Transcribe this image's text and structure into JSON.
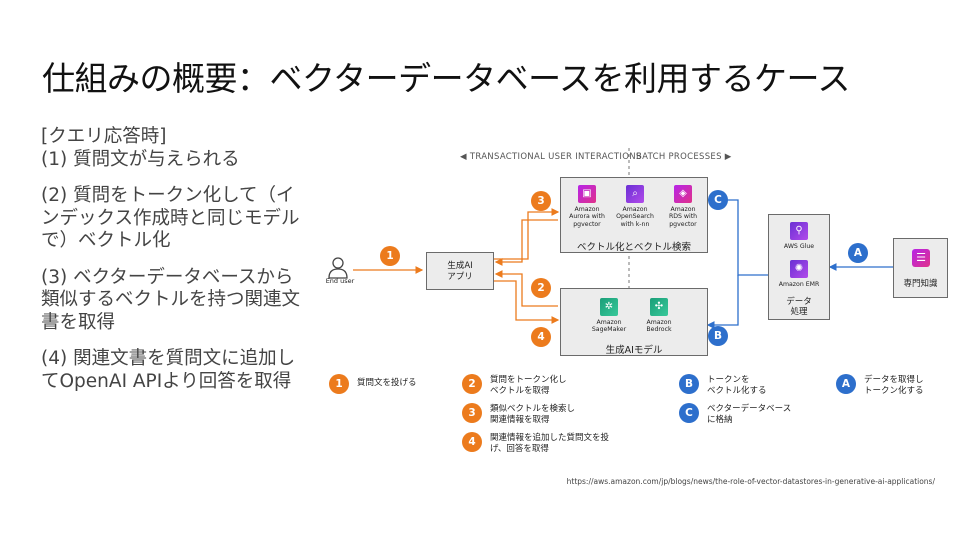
{
  "title": "仕組みの概要：ベクターデータベースを利用するケース",
  "left_text": {
    "heading": "[クエリ応答時]",
    "step1": "(1) 質問文が与えられる",
    "step2": "(2) 質問をトークン化して（インデックス作成時と同じモデルで）ベクトル化",
    "step3": "(3) ベクターデータベースから類似するベクトルを持つ関連文書を取得",
    "step4": "(4) 関連文書を質問文に追加してOpenAI APIより回答を取得"
  },
  "diagram": {
    "section_left": "◀ TRANSACTIONAL USER INTERACTIONS",
    "section_right": "BATCH PROCESSES ▶",
    "end_user": "End user",
    "app_box": "生成AI\nアプリ",
    "vector_box": {
      "title": "ベクトル化とベクトル検索",
      "services": [
        {
          "label": "Amazon\nAurora with\npgvector",
          "icon": "aurora-icon"
        },
        {
          "label": "Amazon\nOpenSearch\nwith k-nn",
          "icon": "opensearch-icon"
        },
        {
          "label": "Amazon\nRDS with\npgvector",
          "icon": "rds-icon"
        }
      ]
    },
    "genai_box": {
      "title": "生成AIモデル",
      "services": [
        {
          "label": "Amazon\nSageMaker",
          "icon": "sagemaker-icon"
        },
        {
          "label": "Amazon\nBedrock",
          "icon": "bedrock-icon"
        }
      ]
    },
    "data_box": {
      "title": "データ\n処理",
      "services": [
        {
          "label": "AWS Glue",
          "icon": "glue-icon"
        },
        {
          "label": "Amazon EMR",
          "icon": "emr-icon"
        }
      ]
    },
    "knowledge_box": "専門知識",
    "badges": {
      "one": "1",
      "two": "2",
      "three": "3",
      "four": "4",
      "a": "A",
      "b": "B",
      "c": "C"
    }
  },
  "legend": [
    {
      "badge": "1",
      "text": "質問文を投げる",
      "color": "orange"
    },
    {
      "badge": "2",
      "text": "質問をトークン化し\nベクトルを取得",
      "color": "orange"
    },
    {
      "badge": "3",
      "text": "類似ベクトルを検索し\n関連情報を取得",
      "color": "orange"
    },
    {
      "badge": "4",
      "text": "関連情報を追加した質問文を投\nげ、回答を取得",
      "color": "orange"
    },
    {
      "badge": "B",
      "text": "トークンを\nベクトル化する",
      "color": "blue"
    },
    {
      "badge": "C",
      "text": "ベクターデータベース\nに格納",
      "color": "blue"
    },
    {
      "badge": "A",
      "text": "データを取得し\nトークン化する",
      "color": "blue"
    }
  ],
  "colors": {
    "orange": "#ec7b1d",
    "blue": "#2d6fcc",
    "box_fill": "#ececec"
  },
  "source": "https://aws.amazon.com/jp/blogs/news/the-role-of-vector-datastores-in-generative-ai-applications/"
}
